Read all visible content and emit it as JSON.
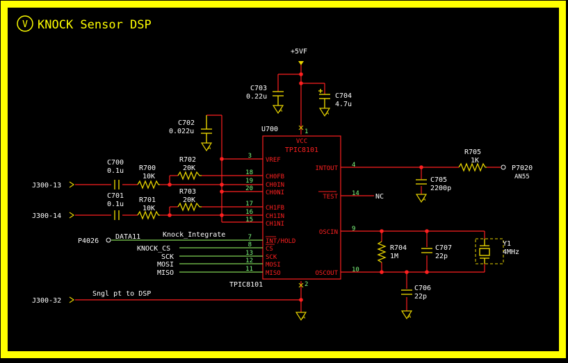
{
  "sheet": {
    "title": "KNOCK Sensor DSP",
    "badge": "V"
  },
  "colors": {
    "frame": "#ffff00",
    "wire": "#ff2020",
    "part": "#e8d400",
    "label": "#ffffff",
    "net": "#60ff60",
    "pinnum": "#80ff80",
    "body": "#ff2020"
  },
  "ic": {
    "refdes": "U700",
    "part": "TPIC8101",
    "bottom_label": "TPIC8101",
    "pins": {
      "vcc": "VCC",
      "vref": "VREF",
      "ch0fb": "CH0FB",
      "ch0in": "CH0IN",
      "ch0ni": "CH0NI",
      "ch1fb": "CH1FB",
      "ch1in": "CH1IN",
      "ch1ni": "CH1NI",
      "int_hold": "INT/HOLD",
      "cs": "CS",
      "sck": "SCK",
      "mosi": "MOSI",
      "miso": "MISO",
      "intout": "INTOUT",
      "test": "TEST",
      "oscin": "OSCIN",
      "oscout": "OSCOUT"
    },
    "pin_numbers": {
      "vcc": "1",
      "gnd": "2",
      "vref": "3",
      "ch0fb": "18",
      "ch0in": "19",
      "ch0ni": "20",
      "ch1fb": "17",
      "ch1in": "16",
      "ch1ni": "15",
      "int_hold": "7",
      "cs": "8",
      "sck": "13",
      "mosi": "12",
      "miso": "11",
      "intout": "4",
      "test": "14",
      "oscin": "9",
      "oscout": "10"
    }
  },
  "power": {
    "supply": "+5VF"
  },
  "components": {
    "c703": {
      "ref": "C703",
      "value": "0.22u"
    },
    "c704": {
      "ref": "C704",
      "value": "4.7u"
    },
    "c702": {
      "ref": "C702",
      "value": "0.022u"
    },
    "c700": {
      "ref": "C700",
      "value": "0.1u"
    },
    "c701": {
      "ref": "C701",
      "value": "0.1u"
    },
    "r700": {
      "ref": "R700",
      "value": "10K"
    },
    "r701": {
      "ref": "R701",
      "value": "10K"
    },
    "r702": {
      "ref": "R702",
      "value": "20K"
    },
    "r703": {
      "ref": "R703",
      "value": "20K"
    },
    "r705": {
      "ref": "R705",
      "value": "1K"
    },
    "c705": {
      "ref": "C705",
      "value": "2200p"
    },
    "r704": {
      "ref": "R704",
      "value": "1M"
    },
    "c707": {
      "ref": "C707",
      "value": "22p"
    },
    "c706": {
      "ref": "C706",
      "value": "22p"
    },
    "y1": {
      "ref": "Y1",
      "value": "4MHz"
    }
  },
  "connectors": {
    "j300_13": "J300-13",
    "j300_14": "J300-14",
    "j300_32": "J300-32",
    "p4026": "P4026",
    "p7020": "P7020",
    "p7020_sub": "AN55",
    "nc": "NC"
  },
  "nets": {
    "data11": "DATA11",
    "knock_integrate": "Knock_Integrate",
    "knock_cs": "KNOCK_CS",
    "sck": "SCK",
    "mosi": "MOSI",
    "miso": "MISO",
    "sngl": "Sngl pt to DSP"
  },
  "ground_symbol": "A"
}
